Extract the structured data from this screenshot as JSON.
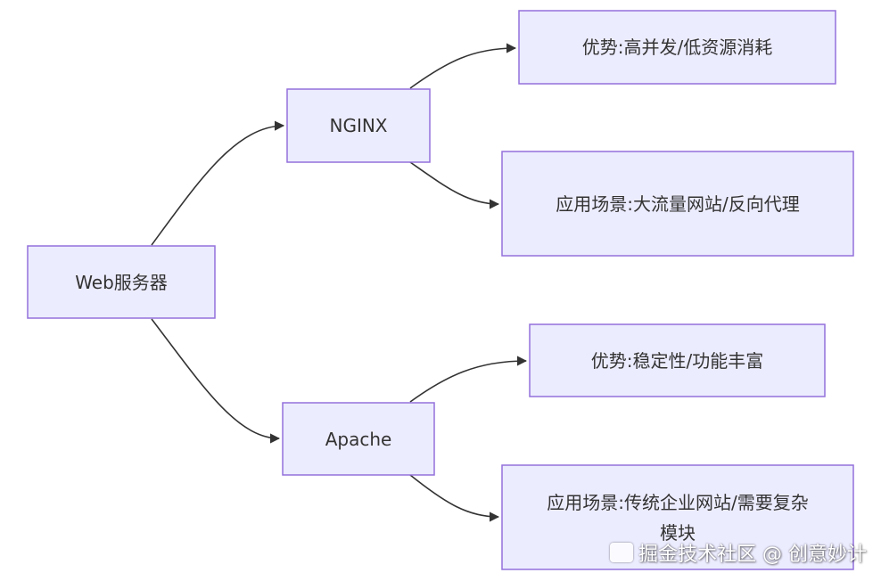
{
  "diagram": {
    "type": "flowchart-LR",
    "colors": {
      "node_fill": "#ECECFF",
      "node_stroke": "#9370DB",
      "edge": "#333333",
      "text": "#333333"
    },
    "nodes": {
      "web": {
        "label": "Web服务器"
      },
      "nginx": {
        "label": "NGINX"
      },
      "nginx_adv": {
        "label": "优势:高并发/低资源消耗"
      },
      "nginx_use": {
        "label": "应用场景:大流量网站/反向代理"
      },
      "apache": {
        "label": "Apache"
      },
      "apache_adv": {
        "label": "优势:稳定性/功能丰富"
      },
      "apache_use": {
        "label": "应用场景:传统企业网站/需要复杂模块"
      }
    },
    "edges": [
      {
        "from": "web",
        "to": "nginx"
      },
      {
        "from": "web",
        "to": "apache"
      },
      {
        "from": "nginx",
        "to": "nginx_adv"
      },
      {
        "from": "nginx",
        "to": "nginx_use"
      },
      {
        "from": "apache",
        "to": "apache_adv"
      },
      {
        "from": "apache",
        "to": "apache_use"
      }
    ]
  },
  "watermark": {
    "text": "掘金技术社区 @ 创意妙计"
  }
}
